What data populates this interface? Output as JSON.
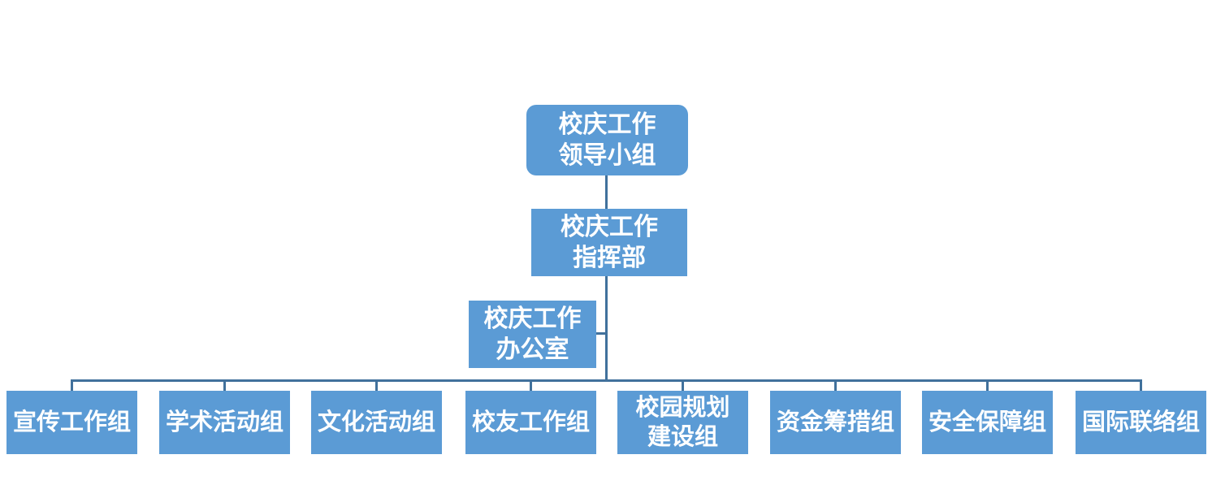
{
  "diagram": {
    "type": "org-chart",
    "levels": 4,
    "nodes": {
      "leader": {
        "label": "校庆工作\n领导小组"
      },
      "command": {
        "label": "校庆工作\n指挥部"
      },
      "office": {
        "label": "校庆工作\n办公室"
      },
      "groups": [
        {
          "label": "宣传工作组"
        },
        {
          "label": "学术活动组"
        },
        {
          "label": "文化活动组"
        },
        {
          "label": "校友工作组"
        },
        {
          "label": "校园规划\n建设组"
        },
        {
          "label": "资金筹措组"
        },
        {
          "label": "安全保障组"
        },
        {
          "label": "国际联络组"
        }
      ]
    }
  },
  "colors": {
    "box_fill": "#5B9BD5",
    "connector_line": "#41719C",
    "text": "#FFFFFF",
    "background": "#FFFFFF"
  }
}
